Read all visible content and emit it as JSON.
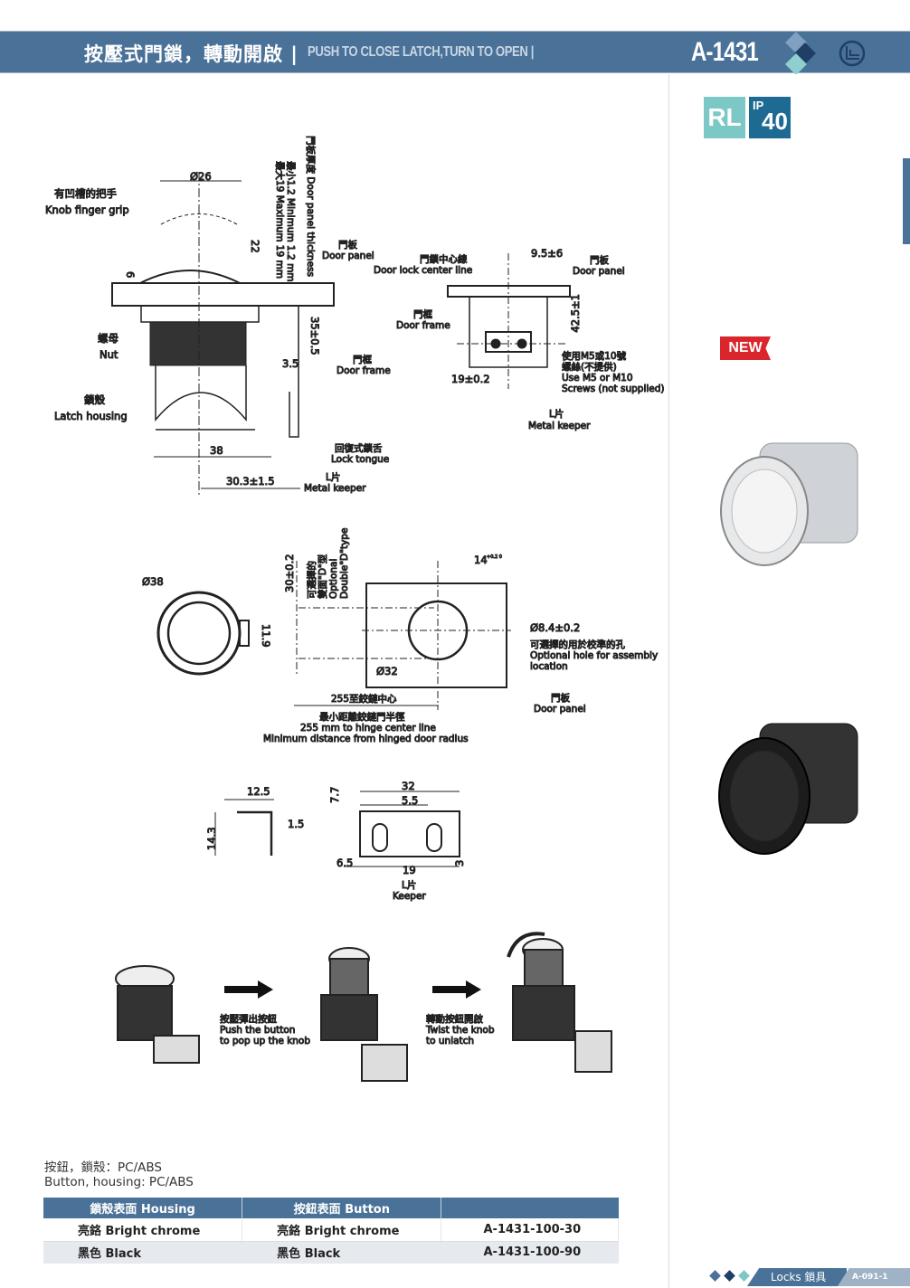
{
  "header": {
    "title_cn": "按壓式門鎖，轉動開啟 |",
    "title_en": "PUSH TO CLOSE LATCH,TURN TO OPEN |",
    "model": "A-1431"
  },
  "badges": {
    "rl": "RL",
    "ip_label": "IP",
    "ip_value": "40",
    "new": "NEW"
  },
  "drawing_main": {
    "knob_cn": "有凹槽的把手",
    "knob_en": "Knob finger grip",
    "d26": "Ø26",
    "dim22": "22",
    "dim6": "6",
    "thick_cn": "門板厚度 Door panel thickness",
    "thick_min": "最小1.2 Minimum 1.2 mm",
    "thick_max": "最大19 Maximum 19 mm",
    "panel_cn": "門板",
    "panel_en": "Door panel",
    "nut_cn": "螺母",
    "nut_en": "Nut",
    "dim35": "35±0.5",
    "frame_cn": "門框",
    "frame_en": "Door frame",
    "dim3_5": "3.5",
    "housing_cn": "鎖殼",
    "housing_en": "Latch housing",
    "dim38": "38",
    "tongue_cn": "回復式鎖舌",
    "tongue_en": "Lock tongue",
    "dim30": "30.3±1.5",
    "keeper_cn": "L片",
    "keeper_en": "Metal keeper"
  },
  "drawing_side": {
    "center_cn": "門鎖中心線",
    "center_en": "Door lock center line",
    "dim9_5": "9.5±6",
    "panel_cn": "門板",
    "panel_en": "Door panel",
    "frame_cn": "門框",
    "frame_en": "Door frame",
    "dim42": "42.5±1",
    "dim19": "19±0.2",
    "screw_cn1": "使用M5或10號",
    "screw_cn2": "螺絲(不提供)",
    "screw_en1": "Use M5 or M10",
    "screw_en2": "Screws (not supplied)",
    "keeper_cn": "L片",
    "keeper_en": "Metal keeper"
  },
  "drawing_cutout": {
    "d38": "Ø38",
    "dim11_9": "11.9",
    "dim30": "30±0.2",
    "dtype_cn1": "可選擇的",
    "dtype_cn2": "雙面\"D\"型",
    "dtype_en1": "Optional",
    "dtype_en2": "Double\"D\"type",
    "dim14": "14",
    "tol14": "+0.2 0",
    "d32": "Ø32",
    "hole": "Ø8.4±0.2",
    "hole_cn": "可選擇的用於校準的孔",
    "hole_en1": "Optional hole for assembly",
    "hole_en2": "location",
    "panel_cn": "門板",
    "panel_en": "Door panel",
    "hinge_cn1": "255至鉸鏈中心",
    "hinge_cn2": "最小距離鉸鏈門半徑",
    "hinge_en1": "255 mm to hinge center line",
    "hinge_en2": "Minimum distance from hinged door radius"
  },
  "drawing_keeper": {
    "d12_5": "12.5",
    "d1_5": "1.5",
    "d14_3": "14.3",
    "d7_7": "7.7",
    "d32": "32",
    "d5_5": "5.5",
    "d6_5": "6.5",
    "d19": "19",
    "d3": "3",
    "cn": "L片",
    "en": "Keeper"
  },
  "steps": [
    {
      "cn": "按壓彈出按鈕",
      "en1": "Push the button",
      "en2": "to pop up the knob"
    },
    {
      "cn": "轉動按鈕開啟",
      "en1": "Twist the knob",
      "en2": "to unlatch"
    }
  ],
  "material": {
    "cn": "按鈕，鎖殼：PC/ABS",
    "en": "Button, housing: PC/ABS"
  },
  "table": {
    "headers": [
      "鎖殼表面 Housing",
      "按鈕表面 Button",
      ""
    ],
    "rows": [
      [
        "亮鉻 Bright chrome",
        "亮鉻 Bright chrome",
        "A-1431-100-30"
      ],
      [
        "黑色 Black",
        "黑色 Black",
        "A-1431-100-90"
      ]
    ]
  },
  "footer": {
    "category": "Locks 鎖具",
    "page": "A-091-1"
  },
  "colors": {
    "brand": "#4a7197",
    "teal": "#7cc8c7",
    "ip": "#1d6a93",
    "new": "#d9262c"
  }
}
